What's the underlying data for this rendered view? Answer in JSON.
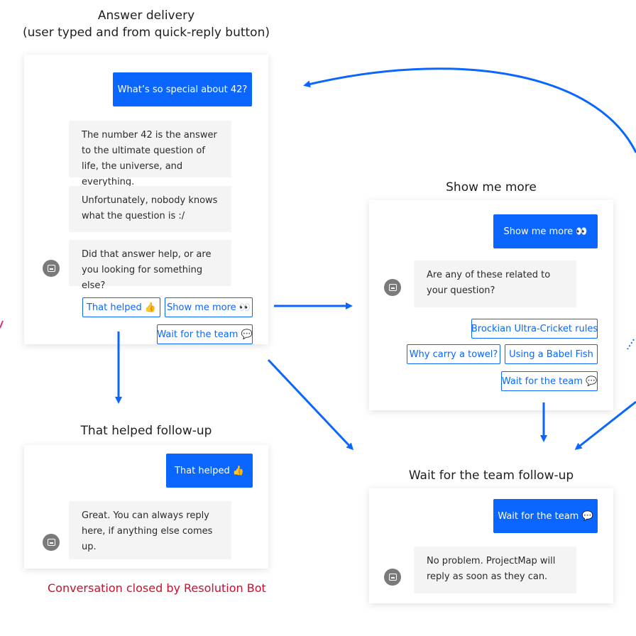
{
  "answer_delivery": {
    "title_line1": "Answer delivery",
    "title_line2": "(user typed and from quick-reply button)",
    "user_message": "What’s so special about 42?",
    "bot_messages": [
      "The number 42 is the answer to the ultimate question of life, the universe, and everything.",
      "Unfortunately, nobody knows what the question is :/",
      "Did that answer help, or are you looking for something else?"
    ],
    "quick_replies": [
      "That helped 👍",
      "Show me more 👀",
      "Wait for the team 💬"
    ]
  },
  "show_me_more": {
    "title": "Show me more",
    "user_message": "Show me more 👀",
    "bot_message": "Are any of these related to your question?",
    "options": [
      "Brockian Ultra-Cricket rules",
      "Why carry a towel?",
      "Using a Babel Fish",
      "Wait for the team 💬"
    ]
  },
  "that_helped": {
    "title": "That helped follow-up",
    "user_message": "That helped 👍",
    "bot_message": "Great. You can always reply here, if anything else comes up.",
    "footer": "Conversation closed by Resolution Bot"
  },
  "wait_for_team": {
    "title": "Wait for the team follow-up",
    "user_message": "Wait for the team 💬",
    "bot_message": "No problem. ProjectMap will reply as soon as they can."
  },
  "colors": {
    "accent": "#0a66ff",
    "bot_bubble": "#f4f4f4",
    "avatar": "#7a7a7a",
    "footer": "#c8102e"
  }
}
